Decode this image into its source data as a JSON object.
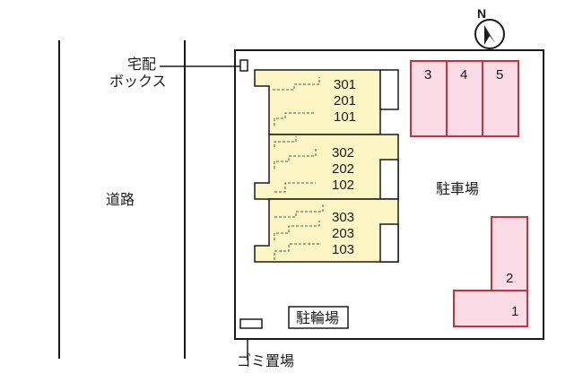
{
  "labels": {
    "delivery_box_line1": "宅配",
    "delivery_box_line2": "ボックス",
    "road": "道路",
    "parking": "駐車場",
    "bicycle_parking": "駐輪場",
    "garbage": "ゴミ置場"
  },
  "buildings": [
    {
      "units": [
        "301",
        "201",
        "101"
      ]
    },
    {
      "units": [
        "302",
        "202",
        "102"
      ]
    },
    {
      "units": [
        "303",
        "203",
        "103"
      ]
    }
  ],
  "parking_spaces": [
    "3",
    "4",
    "5",
    "2",
    "1"
  ],
  "compass": {
    "letter": "N"
  },
  "colors": {
    "building_fill": "#fbf6c4",
    "parking_fill": "#fbdbe5",
    "parking_stroke": "#c8323c",
    "line": "#1a1a1a"
  }
}
